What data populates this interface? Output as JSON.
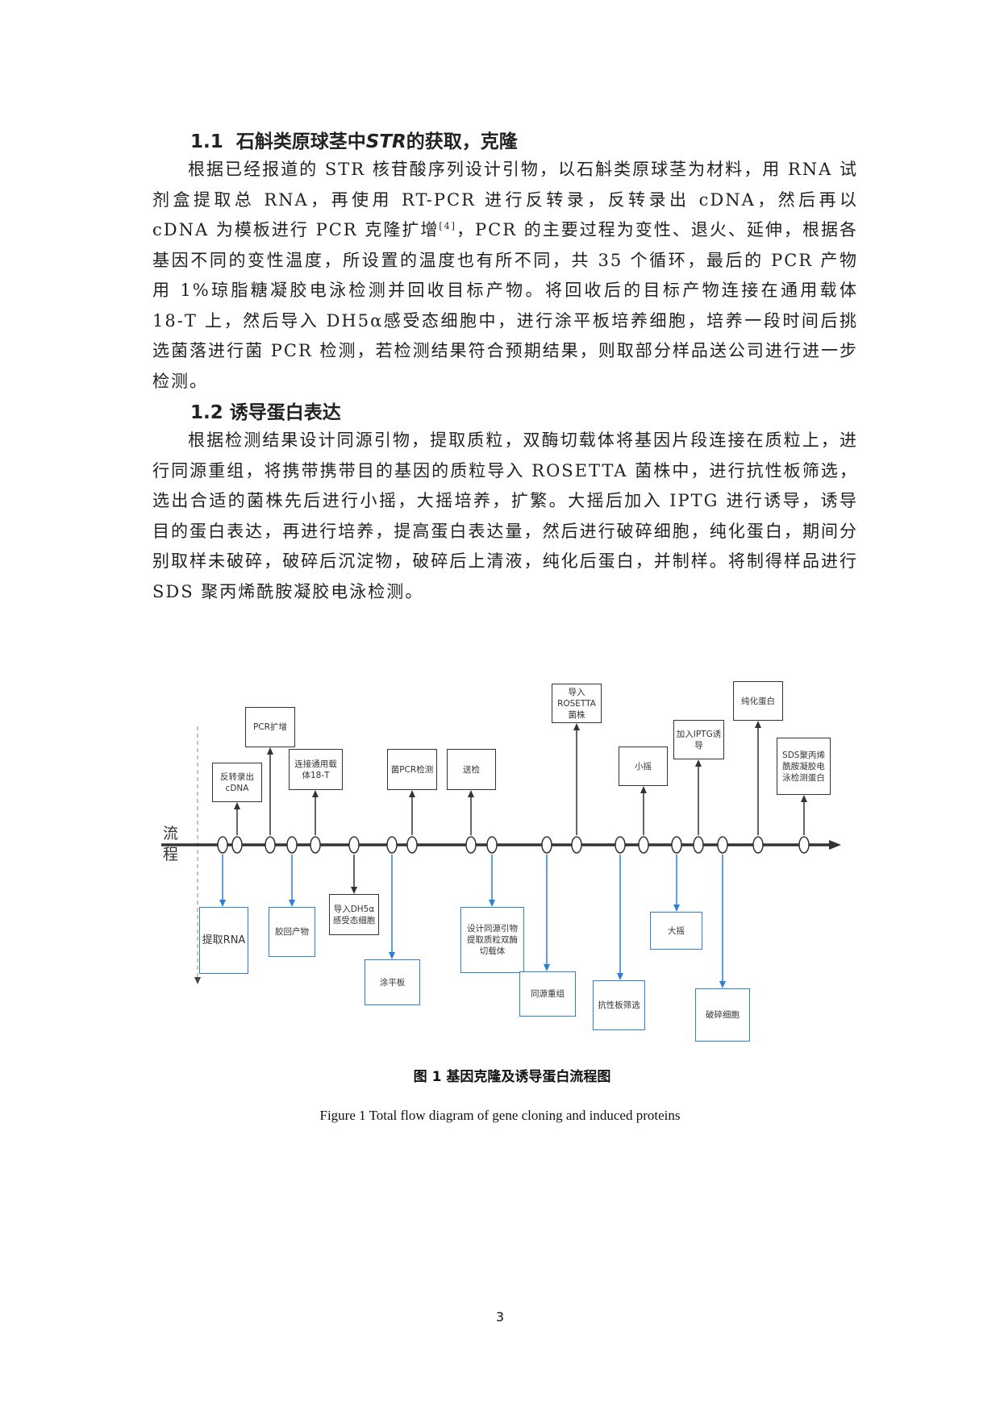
{
  "section1": {
    "heading_num": "1.1",
    "heading_pre": "石斛类原球茎中",
    "heading_italic": "STR",
    "heading_post": "的获取，克隆",
    "para_a": "根据已经报道的 STR 核苷酸序列设计引物，以石斛类原球茎为材料，用 RNA 试剂盒提取总 RNA，再使用 RT-PCR 进行反转录，反转录出 cDNA，然后再以 cDNA 为模板进行 PCR 克隆扩增",
    "citation": "[4]",
    "para_b": "，PCR 的主要过程为变性、退火、延伸，根据各基因不同的变性温度，所设置的温度也有所不同，共 35 个循环，最后的 PCR 产物用 1%琼脂糖凝胶电泳检测并回收目标产物。将回收后的目标产物连接在通用载体 18-T 上，然后导入 DH5α感受态细胞中，进行涂平板培养细胞，培养一段时间后挑选菌落进行菌 PCR 检测，若检测结果符合预期结果，则取部分样品送公司进行进一步检测。"
  },
  "section2": {
    "heading": "1.2 诱导蛋白表达",
    "para": "根据检测结果设计同源引物，提取质粒，双酶切载体将基因片段连接在质粒上，进行同源重组，将携带携带目的基因的质粒导入 ROSETTA 菌株中，进行抗性板筛选，选出合适的菌株先后进行小摇，大摇培养，扩繁。大摇后加入 IPTG 进行诱导，诱导目的蛋白表达，再进行培养，提高蛋白表达量，然后进行破碎细胞，纯化蛋白，期间分别取样未破碎，破碎后沉淀物，破碎后上清液，纯化后蛋白，并制样。将制得样品进行 SDS 聚丙烯酰胺凝胶电泳检测。"
  },
  "diagram": {
    "axis_label_1": "流",
    "axis_label_2": "程",
    "colors": {
      "above": "#333333",
      "below_blue": "#2a7fdb"
    },
    "top": [
      "反转录出cDNA",
      "PCR扩增",
      "连接通用载体18-T",
      "菌PCR检测",
      "送检",
      "导入ROSETTA菌株",
      "小摇",
      "加入IPTG诱导",
      "纯化蛋白",
      "SDS聚丙烯酰胺凝胶电泳检测蛋白"
    ],
    "bottom": [
      "提取RNA",
      "胶回产物",
      "导入DH5α感受态细胞",
      "涂平板",
      "设计同源引物提取质粒双酶切载体",
      "同源重组",
      "抗性板筛选",
      "大摇",
      "破碎细胞"
    ]
  },
  "caption": {
    "cn": "图 1  基因克隆及诱导蛋白流程图",
    "en": "Figure 1 Total flow diagram of gene cloning and induced proteins"
  },
  "page_number": "3"
}
